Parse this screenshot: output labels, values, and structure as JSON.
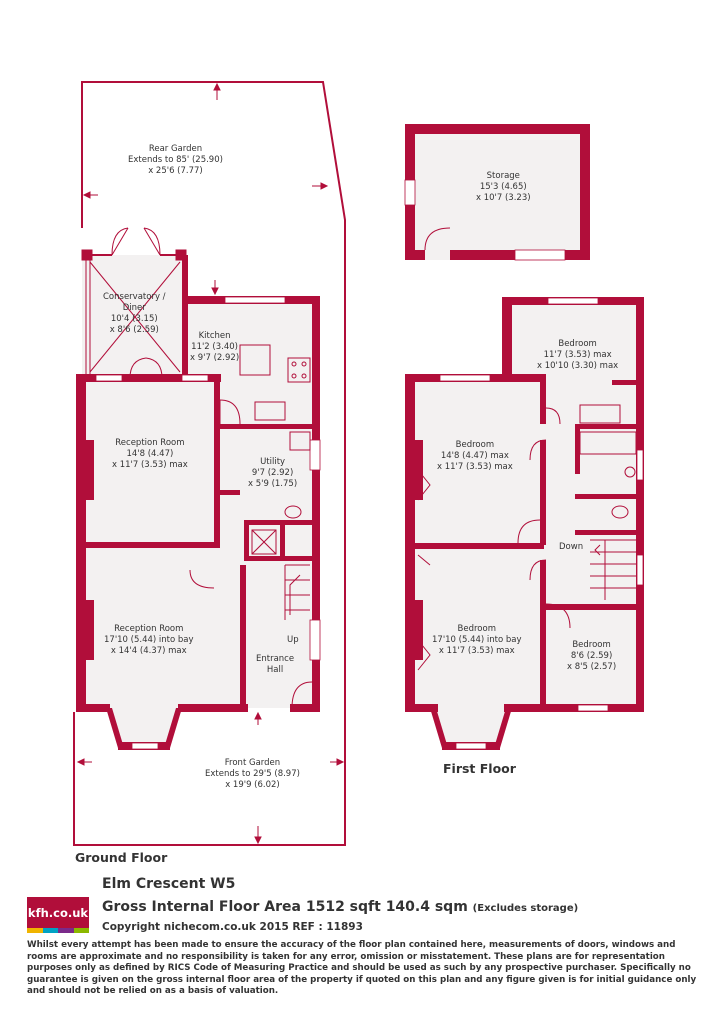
{
  "rooms": {
    "rear_garden": {
      "name": "Rear Garden",
      "l1": "Extends to 85' (25.90)",
      "l2": "x 25'6 (7.77)"
    },
    "conservatory": {
      "name": "Conservatory /",
      "name2": "Diner",
      "l1": "10'4 (3.15)",
      "l2": "x 8'6 (2.59)"
    },
    "kitchen": {
      "name": "Kitchen",
      "l1": "11'2 (3.40)",
      "l2": "x 9'7 (2.92)"
    },
    "reception1": {
      "name": "Reception Room",
      "l1": "14'8 (4.47)",
      "l2": "x 11'7 (3.53) max"
    },
    "utility": {
      "name": "Utility",
      "l1": "9'7 (2.92)",
      "l2": "x 5'9 (1.75)"
    },
    "reception2": {
      "name": "Reception Room",
      "l1": "17'10 (5.44) into bay",
      "l2": "x 14'4 (4.37) max"
    },
    "entrance_hall": {
      "name": "Entrance",
      "name2": "Hall"
    },
    "up": "Up",
    "front_garden": {
      "name": "Front Garden",
      "l1": "Extends to 29'5 (8.97)",
      "l2": "x 19'9 (6.02)"
    },
    "storage": {
      "name": "Storage",
      "l1": "15'3 (4.65)",
      "l2": "x 10'7 (3.23)"
    },
    "bedroom1": {
      "name": "Bedroom",
      "l1": "11'7 (3.53) max",
      "l2": "x 10'10 (3.30) max"
    },
    "bedroom2": {
      "name": "Bedroom",
      "l1": "14'8 (4.47) max",
      "l2": "x 11'7 (3.53) max"
    },
    "down": "Down",
    "bedroom3": {
      "name": "Bedroom",
      "l1": "17'10 (5.44) into bay",
      "l2": "x 11'7 (3.53) max"
    },
    "bedroom4": {
      "name": "Bedroom",
      "l1": "8'6 (2.59)",
      "l2": "x 8'5 (2.57)"
    }
  },
  "floors": {
    "ground": "Ground Floor",
    "first": "First Floor"
  },
  "footer": {
    "logo": "kfh.co.uk",
    "address": "Elm Crescent W5",
    "gia": "Gross Internal Floor Area 1512 sqft 140.4 sqm",
    "gia_note": "(Excludes storage)",
    "copyright": "Copyright nichecom.co.uk 2015 REF : 11893",
    "disclaimer": "Whilst every attempt has been made to ensure the accuracy of the floor plan contained here, measurements of doors, windows and rooms are approximate and no responsibility is taken for any error, omission or misstatement.  These plans are for representation purposes only as defined by RICS Code of Measuring Practice and should be used as such by any prospective purchaser.  Specifically no guarantee is given on the gross internal floor area of the property if quoted on this plan and any figure given is for initial guidance only and should not be relied on as a basis of valuation."
  },
  "colors": {
    "wall": "#b10e3a",
    "floor": "#f3f1f1",
    "logo_bar": [
      "#f0b400",
      "#00a3c4",
      "#7a2a8a",
      "#8cb800"
    ]
  }
}
